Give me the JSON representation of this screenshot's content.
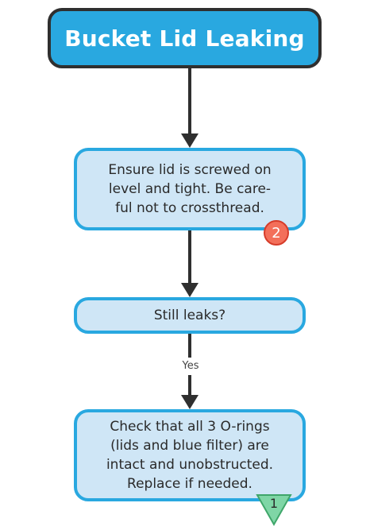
{
  "title": "Bucket Lid Leaking",
  "steps": {
    "ensure": {
      "lines": [
        "Ensure lid is screwed on",
        "level and tight. Be care-",
        "ful not to crossthread."
      ],
      "badge": "2"
    },
    "still_leaks": "Still leaks?",
    "edge_label": "Yes",
    "check": {
      "lines": [
        "Check that all 3 O-rings",
        "(lids and blue filter) are",
        "intact and unobstructed.",
        "Replace if needed."
      ],
      "badge": "1"
    }
  },
  "colors": {
    "title_fill": "#29a8e0",
    "title_border": "#2f2f2f",
    "box_fill": "#cfe6f6",
    "box_border": "#29a8e0",
    "circle_badge": "#f36f5a",
    "triangle_badge": "#7fd6a6"
  }
}
